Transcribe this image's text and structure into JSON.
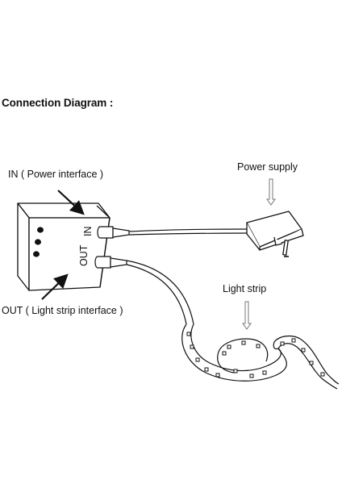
{
  "title": "Connection Diagram :",
  "labels": {
    "in_interface": "IN ( Power interface )",
    "out_interface": "OUT ( Light strip interface )",
    "power_supply": "Power supply",
    "light_strip": "Light strip",
    "in_port": "IN",
    "out_port": "OUT"
  }
}
